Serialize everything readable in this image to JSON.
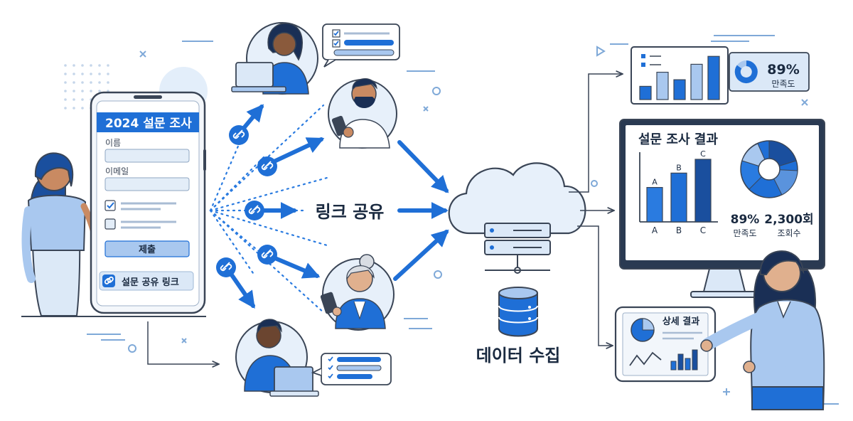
{
  "phone": {
    "survey_title": "2024 설문 조사",
    "name_label": "이름",
    "email_label": "이메일",
    "submit_label": "제출",
    "share_link_label": "설문 공유 링크"
  },
  "center": {
    "link_share_label": "링크 공유",
    "data_collection_label": "데이터 수집"
  },
  "top_card": {
    "percent": "89%",
    "satisfaction_label": "만족도",
    "bar_levels": [
      0.3,
      0.62,
      0.45,
      0.8,
      0.98
    ]
  },
  "monitor": {
    "title": "설문 조사 결과",
    "bars": [
      {
        "label": "A",
        "level": 0.55
      },
      {
        "label": "B",
        "level": 0.78
      },
      {
        "label": "C",
        "level": 1.0
      }
    ],
    "satisfaction_value": "89%",
    "satisfaction_label": "만족도",
    "views_value": "2,300회",
    "views_label": "조회수"
  },
  "tablet": {
    "title": "상세 결과"
  },
  "colors": {
    "primary": "#1f6fd6",
    "dark_blue": "#1a4f9e",
    "light_blue": "#a9c8ef",
    "pale_blue": "#dbe8f7",
    "outline": "#3a4556",
    "skin": "#c98a62"
  }
}
